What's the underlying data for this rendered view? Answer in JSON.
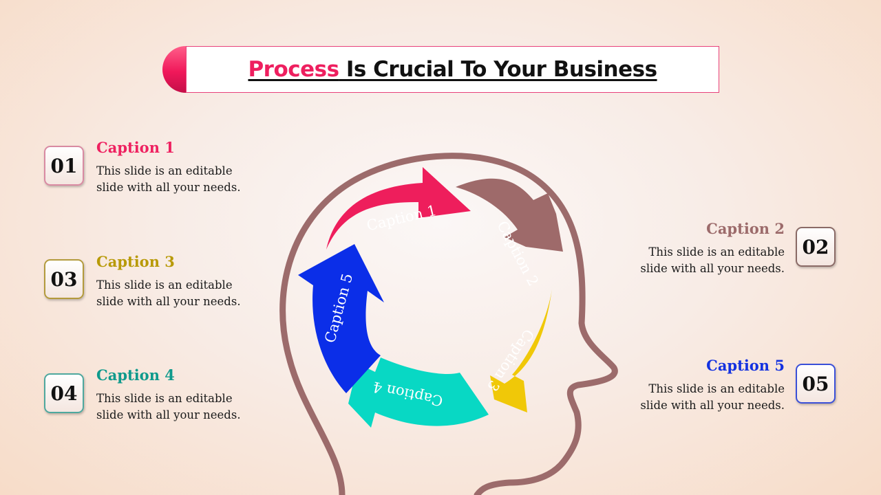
{
  "title": {
    "accent": "Process",
    "rest": " Is Crucial To Your Business",
    "accent_color": "#ee1f5f"
  },
  "items": [
    {
      "num": "01",
      "caption": "Caption 1",
      "text": "This slide is an editable slide with all your needs.",
      "color": "#ee2160"
    },
    {
      "num": "02",
      "caption": "Caption 2",
      "text": "This slide is an editable slide with all your needs.",
      "color": "#9c6b6b"
    },
    {
      "num": "03",
      "caption": "Caption 3",
      "text": "This slide is an editable slide with all your needs.",
      "color": "#b89a08"
    },
    {
      "num": "04",
      "caption": "Caption 4",
      "text": "This slide is an editable slide with all your needs.",
      "color": "#0f9a8c"
    },
    {
      "num": "05",
      "caption": "Caption 5",
      "text": "This slide is an editable slide with all your needs.",
      "color": "#1432e0"
    }
  ],
  "arrows": [
    {
      "label": "Caption 1",
      "color": "#ee1e5c"
    },
    {
      "label": "Caption 2",
      "color": "#9e6a6a"
    },
    {
      "label": "Caption 3",
      "color": "#f0c808"
    },
    {
      "label": "Caption 4",
      "color": "#08d8c4"
    },
    {
      "label": "Caption 5",
      "color": "#0b2ee8"
    }
  ],
  "head_outline_color": "#9c6b6b"
}
